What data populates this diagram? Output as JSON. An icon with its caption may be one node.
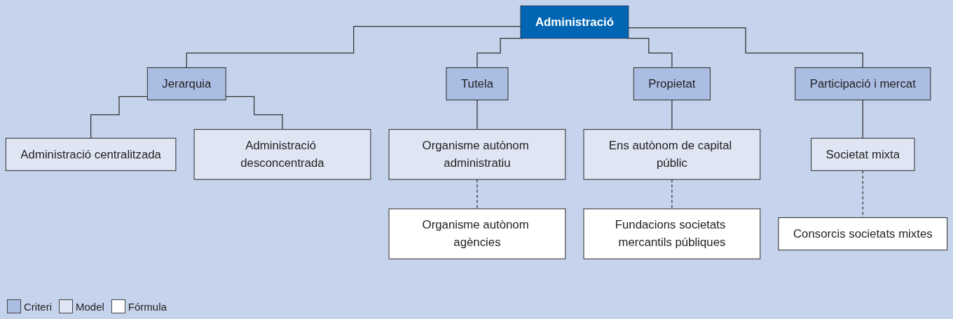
{
  "diagram": {
    "nodes": [
      {
        "text": [
          "Administració"
        ]
      },
      {
        "text": [
          "Jerarquia"
        ]
      },
      {
        "text": [
          "Tutela"
        ]
      },
      {
        "text": [
          "Propietat"
        ]
      },
      {
        "text": [
          "Participació i mercat"
        ]
      },
      {
        "text": [
          "Administració centralitzada"
        ]
      },
      {
        "text": [
          "Administració desconcentrada"
        ]
      },
      {
        "text": [
          "Organisme autònom administratiu"
        ]
      },
      {
        "text": [
          "Ens autònom de capital públic"
        ]
      },
      {
        "text": [
          "Societat mixta"
        ]
      },
      {
        "text": [
          "Organisme autònom agències"
        ]
      },
      {
        "text": [
          "Fundacions societats mercantils públiques"
        ]
      },
      {
        "text": [
          "Consorcis societats mixtes"
        ]
      }
    ],
    "edges": [
      {
        "from": 0,
        "to": 1,
        "arrow": "none"
      },
      {
        "from": 0,
        "to": 2,
        "arrow": "none"
      },
      {
        "from": 0,
        "to": 3,
        "arrow": "none"
      },
      {
        "from": 0,
        "to": 4,
        "arrow": "none"
      },
      {
        "from": 1,
        "to": 5,
        "arrow": "none"
      },
      {
        "from": 1,
        "to": 6,
        "arrow": "none"
      },
      {
        "from": 2,
        "to": 7,
        "arrow": "none"
      },
      {
        "from": 3,
        "to": 8,
        "arrow": "none"
      },
      {
        "from": 4,
        "to": 9,
        "arrow": "none"
      },
      {
        "from": 7,
        "to": 10,
        "arrow": "none",
        "style": "dashed"
      },
      {
        "from": 8,
        "to": 11,
        "arrow": "none",
        "style": "dashed"
      },
      {
        "from": 9,
        "to": 12,
        "arrow": "none",
        "style": "dashed"
      }
    ],
    "legend": [
      {
        "text": "Criteri",
        "color": "#aabde3"
      },
      {
        "text": "Model",
        "color": "#dfe5f3"
      },
      {
        "text": "Fórmula",
        "color": "#ffffff"
      }
    ]
  }
}
